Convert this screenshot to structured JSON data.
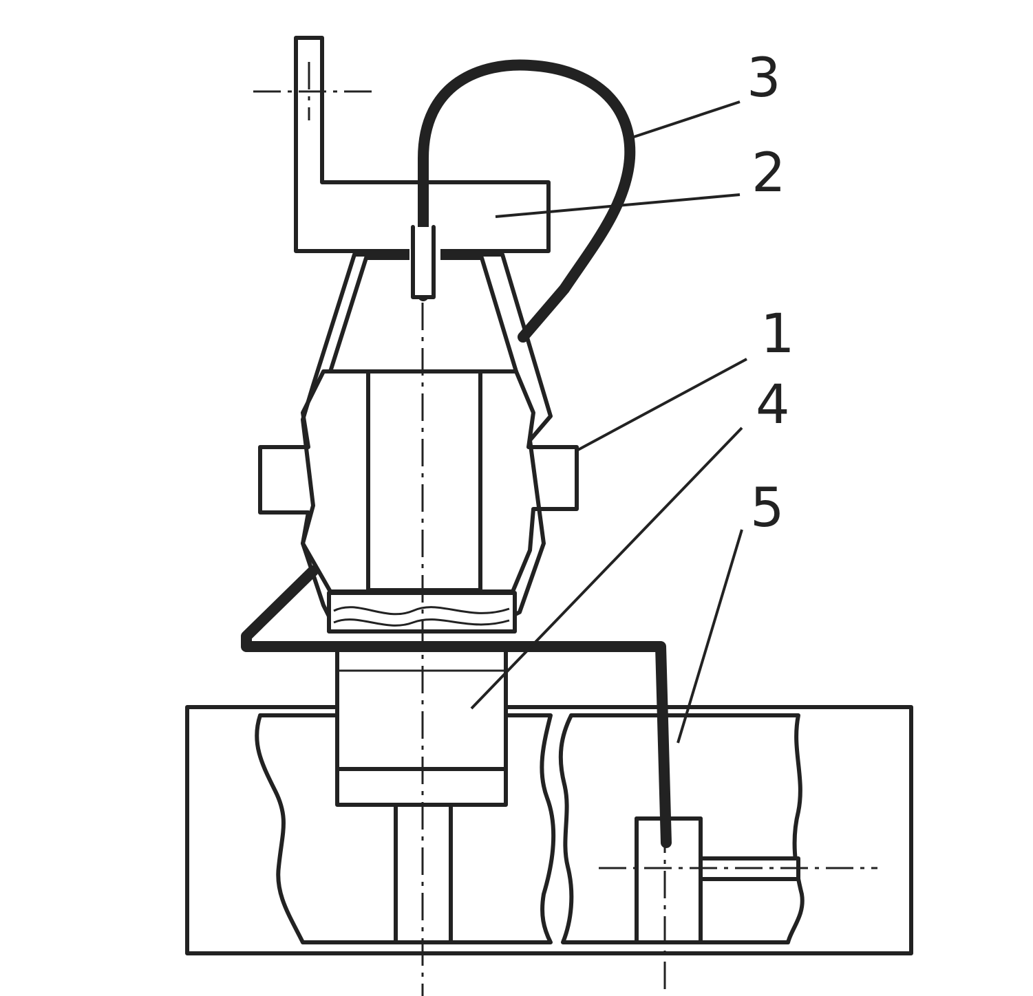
{
  "diagram": {
    "callouts": [
      {
        "id": "3",
        "label": "3"
      },
      {
        "id": "2",
        "label": "2"
      },
      {
        "id": "1",
        "label": "1"
      },
      {
        "id": "4",
        "label": "4"
      },
      {
        "id": "5",
        "label": "5"
      }
    ],
    "colors": {
      "line": "#222222",
      "background": "#ffffff"
    }
  }
}
